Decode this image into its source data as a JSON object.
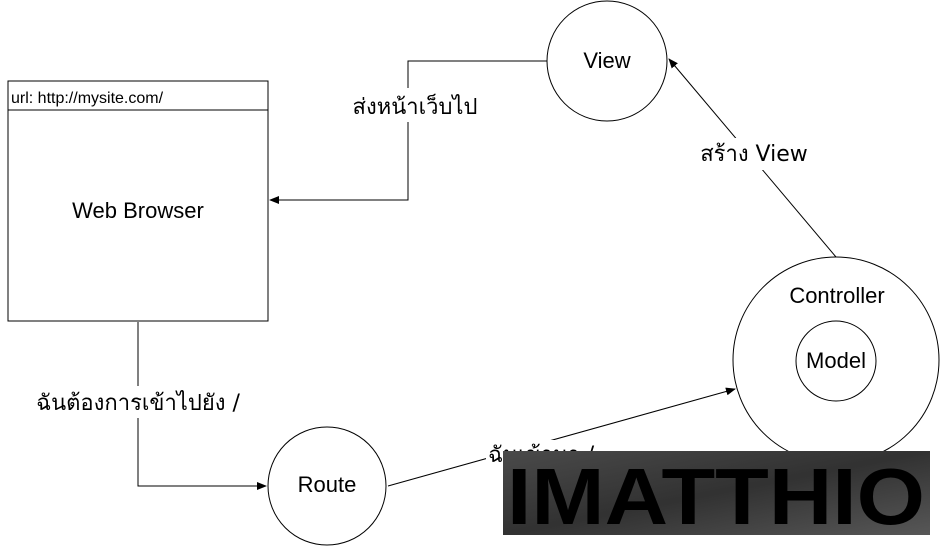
{
  "browser": {
    "url_text": "url: http://mysite.com/",
    "title": "Web Browser"
  },
  "nodes": {
    "view": "View",
    "controller": "Controller",
    "model": "Model",
    "route": "Route"
  },
  "edges": {
    "view_to_browser": "ส่งหน้าเว็บไป",
    "controller_to_view": "สร้าง View",
    "browser_to_route": "ฉันต้องการเข้าไปยัง /",
    "route_to_controller": "ฉันเข้ามา /"
  },
  "watermark": {
    "text": "IMATTHIO",
    "text_color": "#f5c400",
    "background_color": "#3a3a3a"
  }
}
